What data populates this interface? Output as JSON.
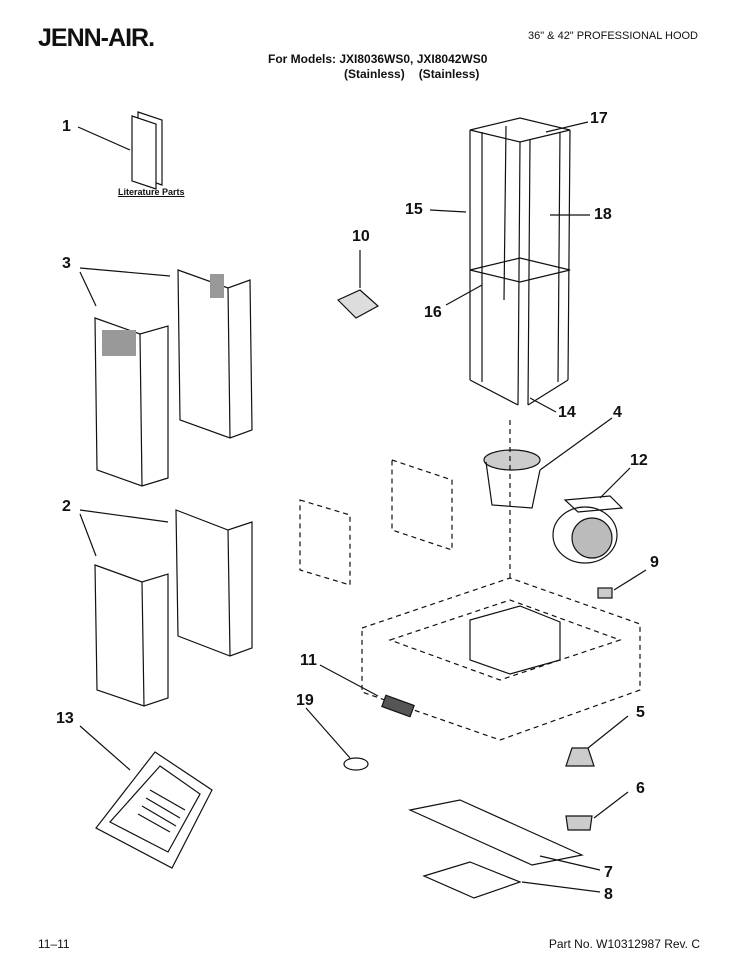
{
  "header": {
    "brand": "JENN-AIR.",
    "product": "36\" & 42\" PROFESSIONAL HOOD",
    "models_line1": "For Models: JXI8036WS0, JXI8042WS0",
    "models_line2a": "(Stainless)",
    "models_line2b": "(Stainless)"
  },
  "literature_label": "Literature Parts",
  "callouts": {
    "c1": "1",
    "c2": "2",
    "c3": "3",
    "c4": "4",
    "c5": "5",
    "c6": "6",
    "c7": "7",
    "c8": "8",
    "c9": "9",
    "c10": "10",
    "c11": "11",
    "c12": "12",
    "c13": "13",
    "c14": "14",
    "c15": "15",
    "c16": "16",
    "c17": "17",
    "c18": "18",
    "c19": "19"
  },
  "footer": {
    "date": "11–11",
    "part_no": "Part No. W10312987 Rev. C"
  }
}
